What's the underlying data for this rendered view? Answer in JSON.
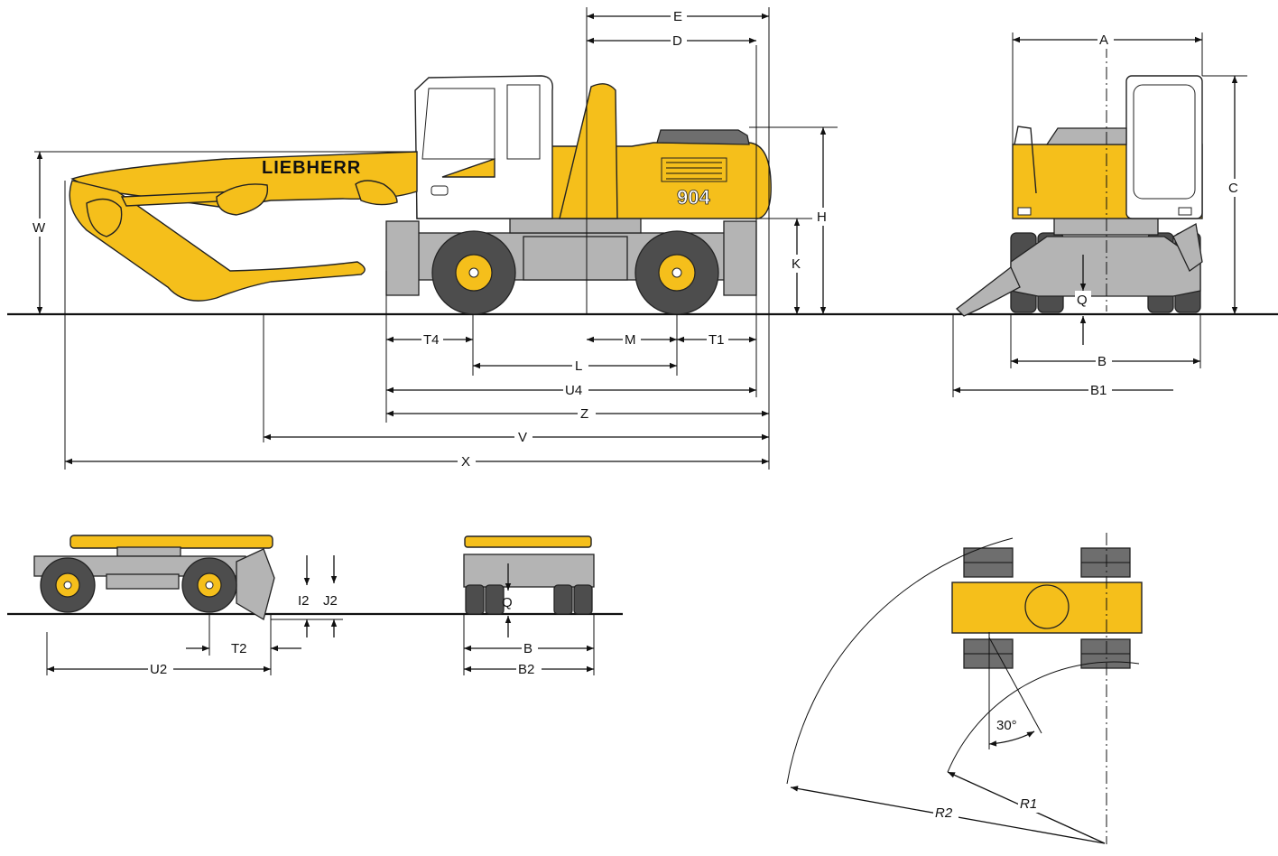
{
  "branding": {
    "maker": "LIEBHERR",
    "model": "904"
  },
  "dimensions": {
    "side_view": [
      "E",
      "D",
      "H",
      "K",
      "W",
      "T4",
      "M",
      "T1",
      "L",
      "U4",
      "Z",
      "V",
      "X"
    ],
    "rear_view": [
      "A",
      "C",
      "Q",
      "B",
      "B1"
    ],
    "transport_side": [
      "I2",
      "J2",
      "T2",
      "U2"
    ],
    "transport_rear": [
      "Q",
      "B",
      "B2"
    ],
    "turning": [
      "30°",
      "R1",
      "R2"
    ]
  },
  "colors": {
    "machine": "#f5bf1b",
    "undercarriage": "#b4b4b4",
    "tyres": "#4d4d4d",
    "lines": "#111111"
  }
}
